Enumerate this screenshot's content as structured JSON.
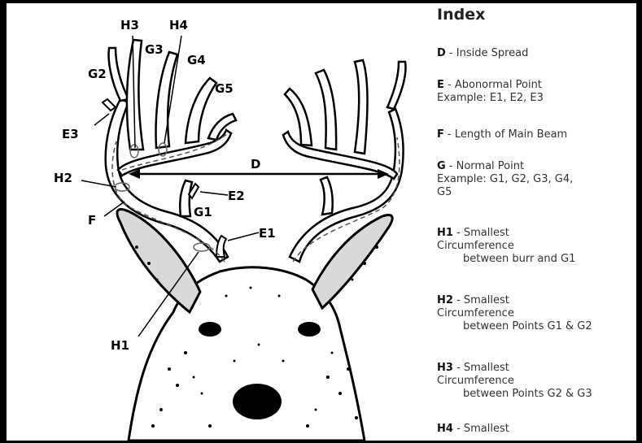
{
  "labels": {
    "H3": "H3",
    "H4": "H4",
    "G3": "G3",
    "G4": "G4",
    "G2": "G2",
    "G5": "G5",
    "E3": "E3",
    "D": "D",
    "H2": "H2",
    "E2": "E2",
    "F": "F",
    "G1": "G1",
    "E1": "E1",
    "H1": "H1"
  },
  "index": {
    "heading": "Index",
    "entries": [
      {
        "code": "D",
        "text": " - Inside Spread",
        "text2": "",
        "text3": ""
      },
      {
        "code": "E",
        "text": " - Abonormal Point",
        "text2": "Example: E1, E2, E3",
        "text3": ""
      },
      {
        "code": "F",
        "text": " - Length of Main Beam",
        "text2": "",
        "text3": ""
      },
      {
        "code": "G",
        "text": " - Normal Point",
        "text2": "Example: G1, G2, G3, G4,",
        "text3": "G5"
      },
      {
        "code": "H1",
        "text": " - Smallest",
        "text2": "Circumference",
        "text3": "between burr and G1"
      },
      {
        "code": "H2",
        "text": " - Smallest",
        "text2": "Circumference",
        "text3": "between Points G1 & G2"
      },
      {
        "code": "H3",
        "text": " - Smallest",
        "text2": "Circumference",
        "text3": "between Points G2 & G3"
      },
      {
        "code": "H4",
        "text": " - Smallest",
        "text2": "",
        "text3": ""
      }
    ]
  }
}
